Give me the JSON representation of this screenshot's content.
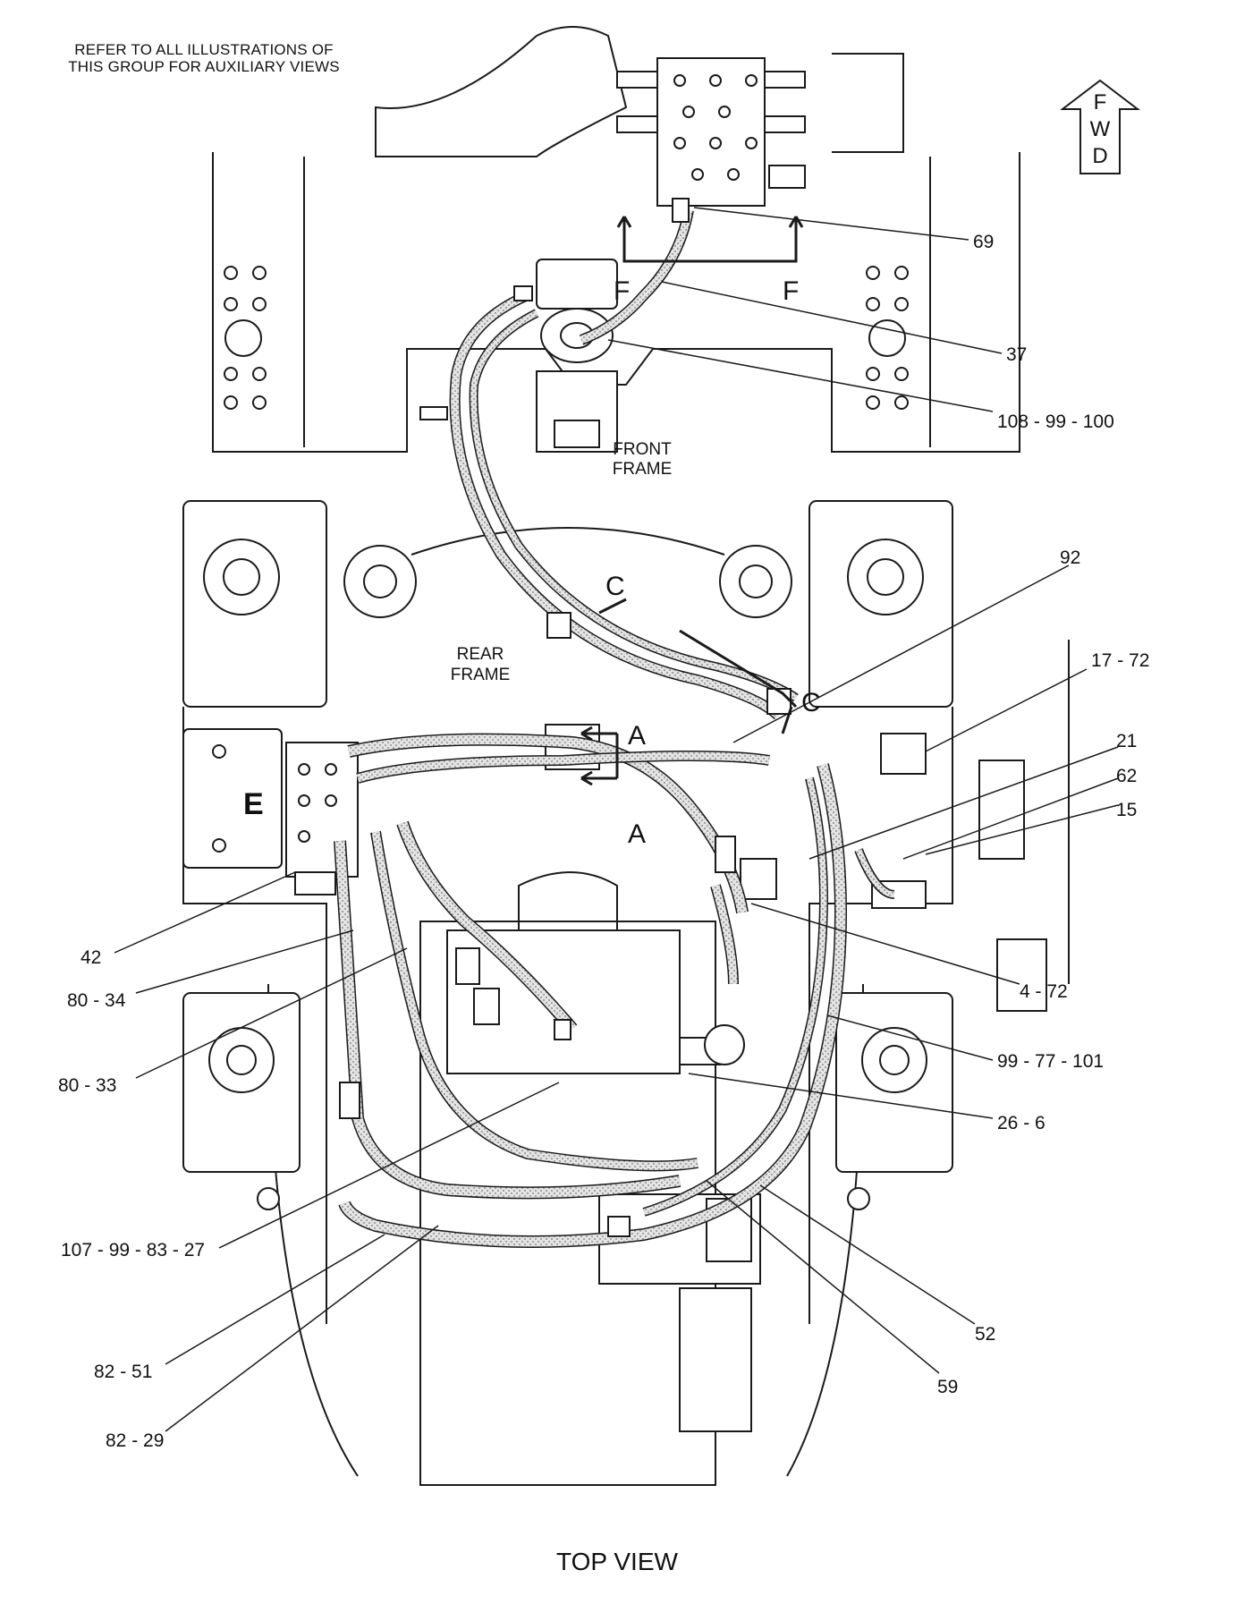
{
  "header_note": {
    "line1": "REFER TO ALL ILLUSTRATIONS OF",
    "line2": "THIS GROUP FOR AUXILIARY VIEWS"
  },
  "fwd_arrow": {
    "letters": [
      "F",
      "W",
      "D"
    ]
  },
  "view_title": "TOP VIEW",
  "frame_labels": {
    "front_line1": "FRONT",
    "front_line2": "FRAME",
    "rear_line1": "REAR",
    "rear_line2": "FRAME"
  },
  "section_markers": {
    "f_left": "F",
    "f_right": "F",
    "c_top": "C",
    "c_right": "C",
    "a_top": "A",
    "a_bottom": "A",
    "e_detail": "E"
  },
  "callouts": {
    "c69": "69",
    "c37": "37",
    "c108_99_100": "108 - 99 - 100",
    "c92": "92",
    "c17_72": "17 - 72",
    "c21": "21",
    "c62": "62",
    "c15": "15",
    "c42": "42",
    "c80_34": "80 - 34",
    "c80_33": "80 - 33",
    "c4_72": "4 - 72",
    "c99_77_101": "99 - 77 - 101",
    "c26_6": "26 - 6",
    "c107_99_83_27": "107 - 99 - 83 - 27",
    "c52": "52",
    "c82_51": "82 - 51",
    "c59": "59",
    "c82_29": "82 - 29"
  },
  "colors": {
    "line": "#1a1a1a",
    "hose_fill": "#d9d9d9",
    "background": "#ffffff"
  }
}
